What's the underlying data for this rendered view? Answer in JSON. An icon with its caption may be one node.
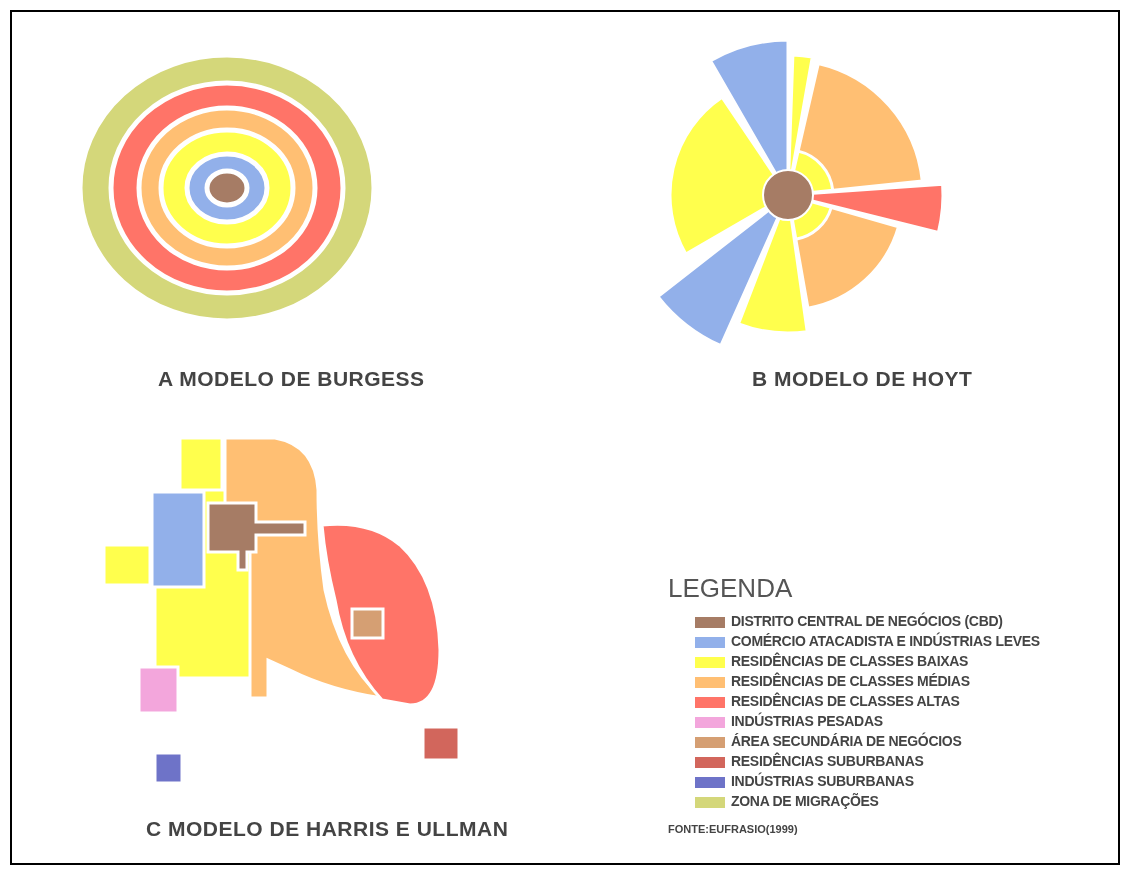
{
  "diagram": {
    "labels": [
      "A MODELO DE BURGESS",
      "B MODELO DE HOYT",
      "C MODELO DE HARRIS E ULLMAN",
      "LEGENDA",
      "FONTE:EUFRASIO(1999)"
    ],
    "legend": [
      {
        "text": "DISTRITO CENTRAL DE NEGÓCIOS (CBD)",
        "color": "#a67c65"
      },
      {
        "text": "COMÉRCIO ATACADISTA E INDÚSTRIAS LEVES",
        "color": "#92b0ea"
      },
      {
        "text": "RESIDÊNCIAS DE CLASSES BAIXAS",
        "color": "#ffff4d"
      },
      {
        "text": "RESIDÊNCIAS DE CLASSES MÉDIAS",
        "color": "#ffbf73"
      },
      {
        "text": "RESIDÊNCIAS DE CLASSES ALTAS",
        "color": "#ff7468"
      },
      {
        "text": "INDÚSTRIAS PESADAS",
        "color": "#f3a6dc"
      },
      {
        "text": "ÁREA SECUNDÁRIA DE NEGÓCIOS",
        "color": "#d59f73"
      },
      {
        "text": "RESIDÊNCIAS SUBURBANAS",
        "color": "#d2665c"
      },
      {
        "text": "INDÚSTRIAS SUBURBANAS",
        "color": "#6e73c8"
      },
      {
        "text": "ZONA DE MIGRAÇÕES",
        "color": "#d4d77a"
      }
    ]
  }
}
